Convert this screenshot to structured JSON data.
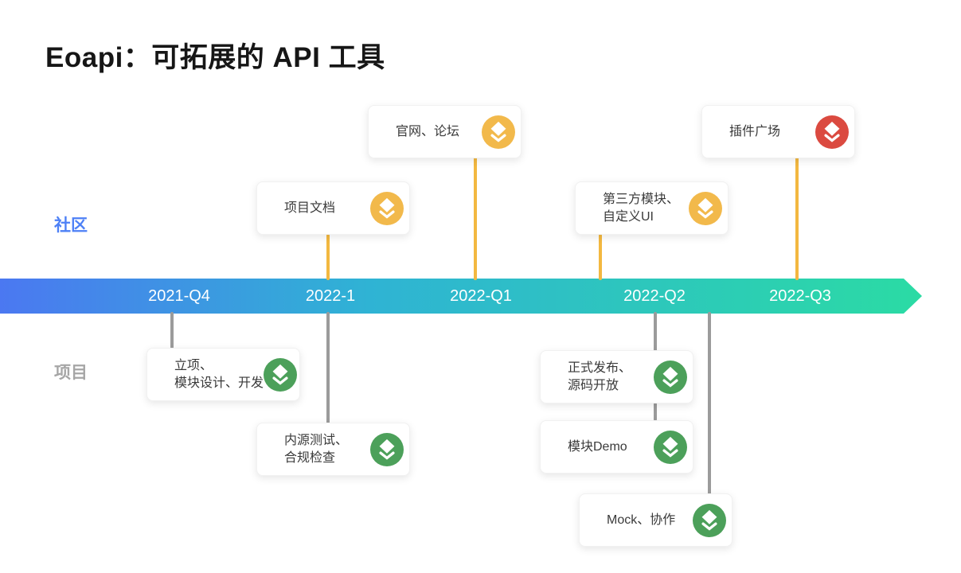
{
  "title": "Eoapi：可拓展的 API 工具",
  "rows": {
    "community": "社区",
    "project": "项目"
  },
  "timeline": {
    "dates": [
      "2021-Q4",
      "2022-1",
      "2022-Q1",
      "2022-Q2",
      "2022-Q3"
    ]
  },
  "cards": {
    "website_forum": {
      "line1": "官网、论坛",
      "icon": "layers-yellow"
    },
    "docs": {
      "line1": "项目文档",
      "icon": "layers-yellow"
    },
    "third_party": {
      "line1": "第三方模块、",
      "line2": "自定义UI",
      "icon": "layers-yellow"
    },
    "plugin_market": {
      "line1": "插件广场",
      "icon": "layers-red"
    },
    "kickoff": {
      "line1": "立项、",
      "line2": "模块设计、开发",
      "icon": "layers-green"
    },
    "internal_test": {
      "line1": "内源测试、",
      "line2": "合规检查",
      "icon": "layers-green"
    },
    "release": {
      "line1": "正式发布、",
      "line2": "源码开放",
      "icon": "layers-green"
    },
    "module_demo": {
      "line1": "模块Demo",
      "icon": "layers-green"
    },
    "mock_collab": {
      "line1": "Mock、协作",
      "icon": "layers-green"
    }
  },
  "colors": {
    "community_accent": "#f2b94b",
    "project_accent": "#4ca05a",
    "highlight_accent": "#db4a40",
    "connector_yellow": "#f3b840",
    "connector_gray": "#9b9b9b",
    "bar_gradient_start": "#4b78f1",
    "bar_gradient_mid": "#2fb3d4",
    "bar_gradient_end": "#2bdba4",
    "community_label_color": "#4d80f6",
    "project_label_color": "#a6a6a6"
  }
}
